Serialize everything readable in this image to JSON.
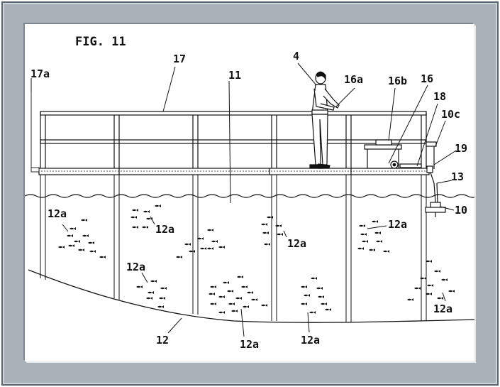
{
  "figure": {
    "title": "FIG. 11"
  },
  "labels": {
    "r4": "4",
    "r16a": "16a",
    "r16b": "16b",
    "r16": "16",
    "r17": "17",
    "r17a": "17a",
    "r11": "11",
    "r18": "18",
    "r10c": "10c",
    "r19": "19",
    "r13": "13",
    "r10": "10",
    "r12": "12",
    "r12a": "12a"
  },
  "colors": {
    "frame": "#a9b1b9",
    "ink": "#111111",
    "paper": "#ffffff"
  }
}
